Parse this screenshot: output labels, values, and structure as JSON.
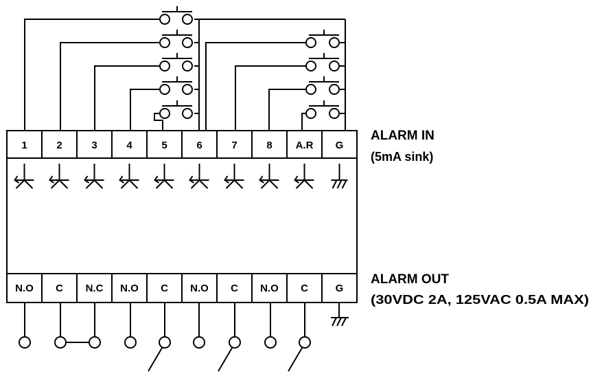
{
  "alarm_in": {
    "title": "ALARM IN",
    "subtitle": "(5mA sink)",
    "terminals": [
      "1",
      "2",
      "3",
      "4",
      "5",
      "6",
      "7",
      "8",
      "A.R",
      "G"
    ]
  },
  "alarm_out": {
    "title": "ALARM OUT",
    "subtitle": "(30VDC 2A, 125VAC 0.5A MAX)",
    "terminals": [
      "N.O",
      "C",
      "N.C",
      "N.O",
      "C",
      "N.O",
      "C",
      "N.O",
      "C",
      "G"
    ]
  }
}
